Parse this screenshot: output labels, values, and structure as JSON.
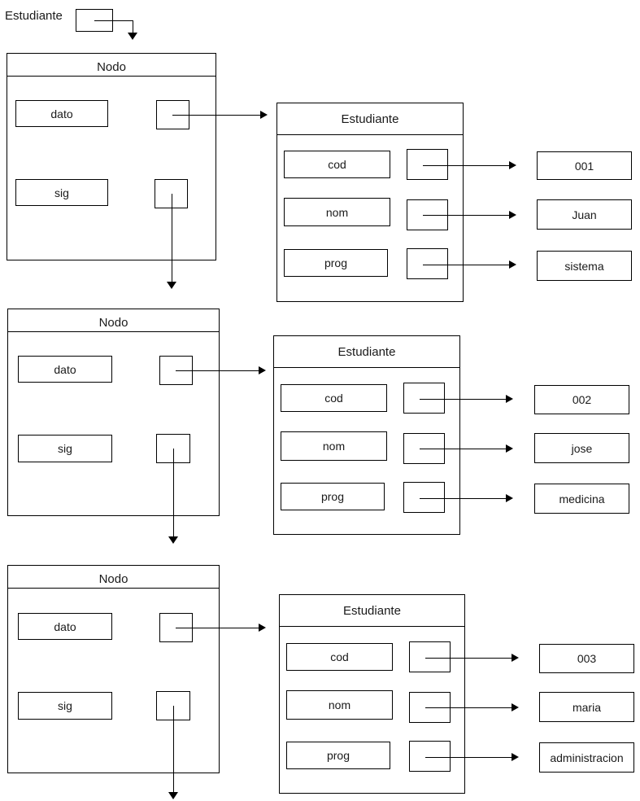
{
  "diagram": {
    "title_text": "Estudiante",
    "head_pointer_label": "Estudiante",
    "node_title": "Nodo",
    "record_title": "Estudiante",
    "node_fields": {
      "data_label": "dato",
      "next_label": "sig"
    },
    "record_fields": {
      "cod_label": "cod",
      "nom_label": "nom",
      "prog_label": "prog"
    },
    "colors": {
      "line": "#000000",
      "text": "#1a1a1a",
      "background": "#ffffff"
    },
    "nodes": [
      {
        "node_title": "Nodo",
        "data_label": "dato",
        "next_label": "sig",
        "record_title": "Estudiante",
        "fields": [
          {
            "name": "cod",
            "value": "001"
          },
          {
            "name": "nom",
            "value": "Juan"
          },
          {
            "name": "prog",
            "value": "sistema"
          }
        ]
      },
      {
        "node_title": "Nodo",
        "data_label": "dato",
        "next_label": "sig",
        "record_title": "Estudiante",
        "fields": [
          {
            "name": "cod",
            "value": "002"
          },
          {
            "name": "nom",
            "value": "jose"
          },
          {
            "name": "prog",
            "value": "medicina"
          }
        ]
      },
      {
        "node_title": "Nodo",
        "data_label": "dato",
        "next_label": "sig",
        "record_title": "Estudiante",
        "fields": [
          {
            "name": "cod",
            "value": "003"
          },
          {
            "name": "nom",
            "value": "maria"
          },
          {
            "name": "prog",
            "value": "administracion"
          }
        ]
      }
    ]
  }
}
